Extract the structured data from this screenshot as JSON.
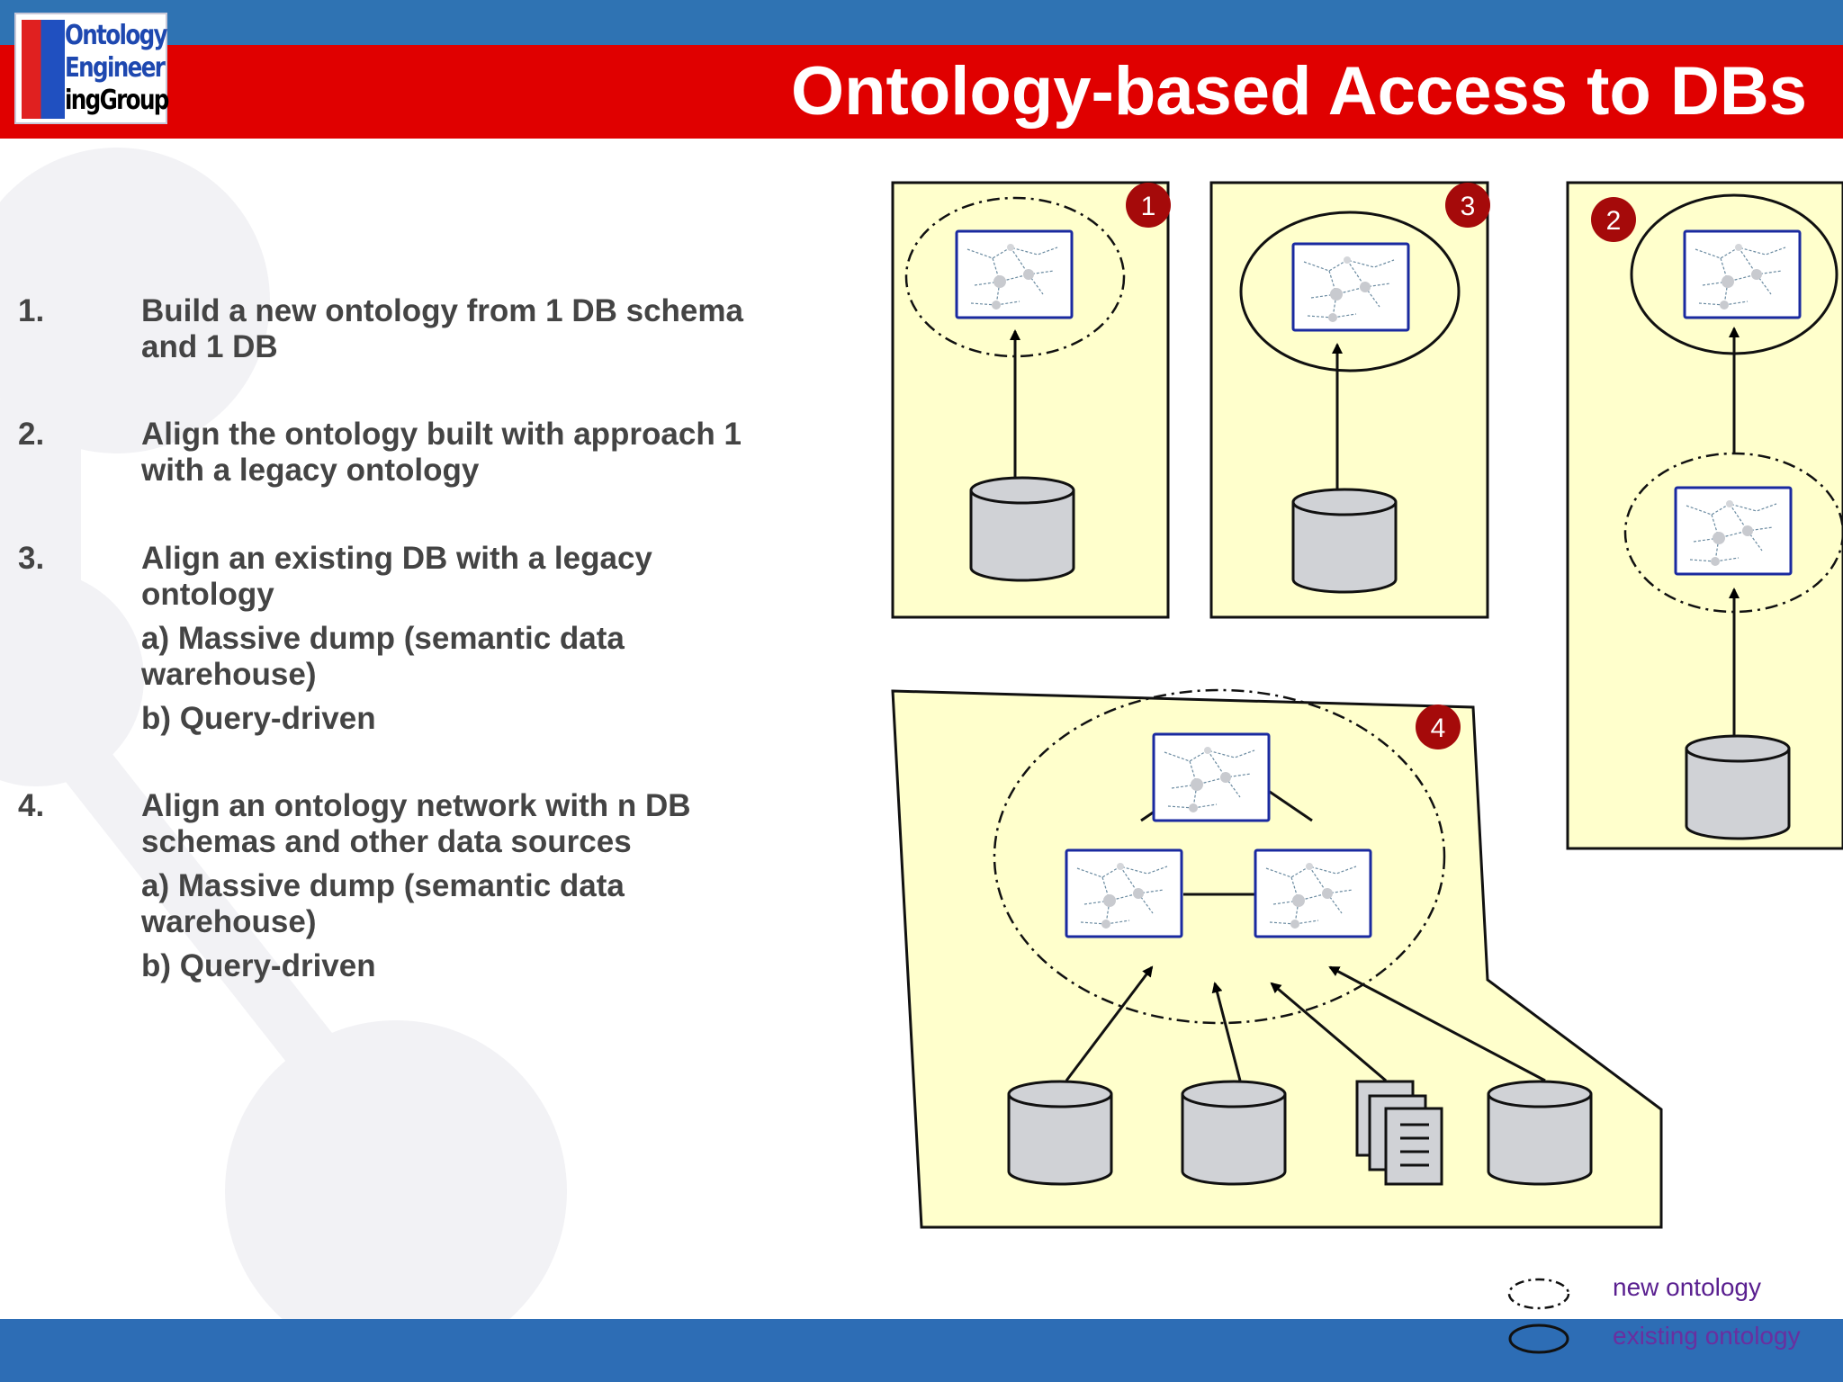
{
  "header": {
    "title": "Ontology-based Access to DBs",
    "logo_lines": [
      "Ontology",
      "Engineer",
      "ingGroup"
    ]
  },
  "list": {
    "items": [
      {
        "number": "1.",
        "lines": [
          "Build a new ontology from 1 DB schema",
          "and 1 DB"
        ],
        "subitems": []
      },
      {
        "number": "2.",
        "lines": [
          "Align the ontology built with approach 1",
          "with a legacy ontology"
        ],
        "subitems": []
      },
      {
        "number": "3.",
        "lines": [
          "Align an existing DB with a legacy",
          "ontology"
        ],
        "subitems": [
          {
            "lines": [
              "a) Massive dump (semantic data",
              "warehouse)"
            ]
          },
          {
            "lines": [
              "b) Query-driven"
            ]
          }
        ]
      },
      {
        "number": "4.",
        "lines": [
          "Align an ontology network with n DB",
          "schemas and other data sources"
        ],
        "subitems": [
          {
            "lines": [
              "a) Massive dump (semantic data",
              "warehouse)"
            ]
          },
          {
            "lines": [
              "b) Query-driven"
            ]
          }
        ]
      }
    ]
  },
  "diagram": {
    "badges": [
      "1",
      "3",
      "2",
      "4"
    ],
    "legend": {
      "new_label": "new ontology",
      "existing_label": "existing ontology"
    }
  },
  "colors": {
    "panel_fill": "#ffffcc",
    "badge": "#a50a0a",
    "db_fill": "#d0d2d6",
    "header_red": "#e00000",
    "header_blue": "#2f73b3",
    "legend_new": "#5a2090",
    "legend_existing": "#6a2fa0"
  }
}
